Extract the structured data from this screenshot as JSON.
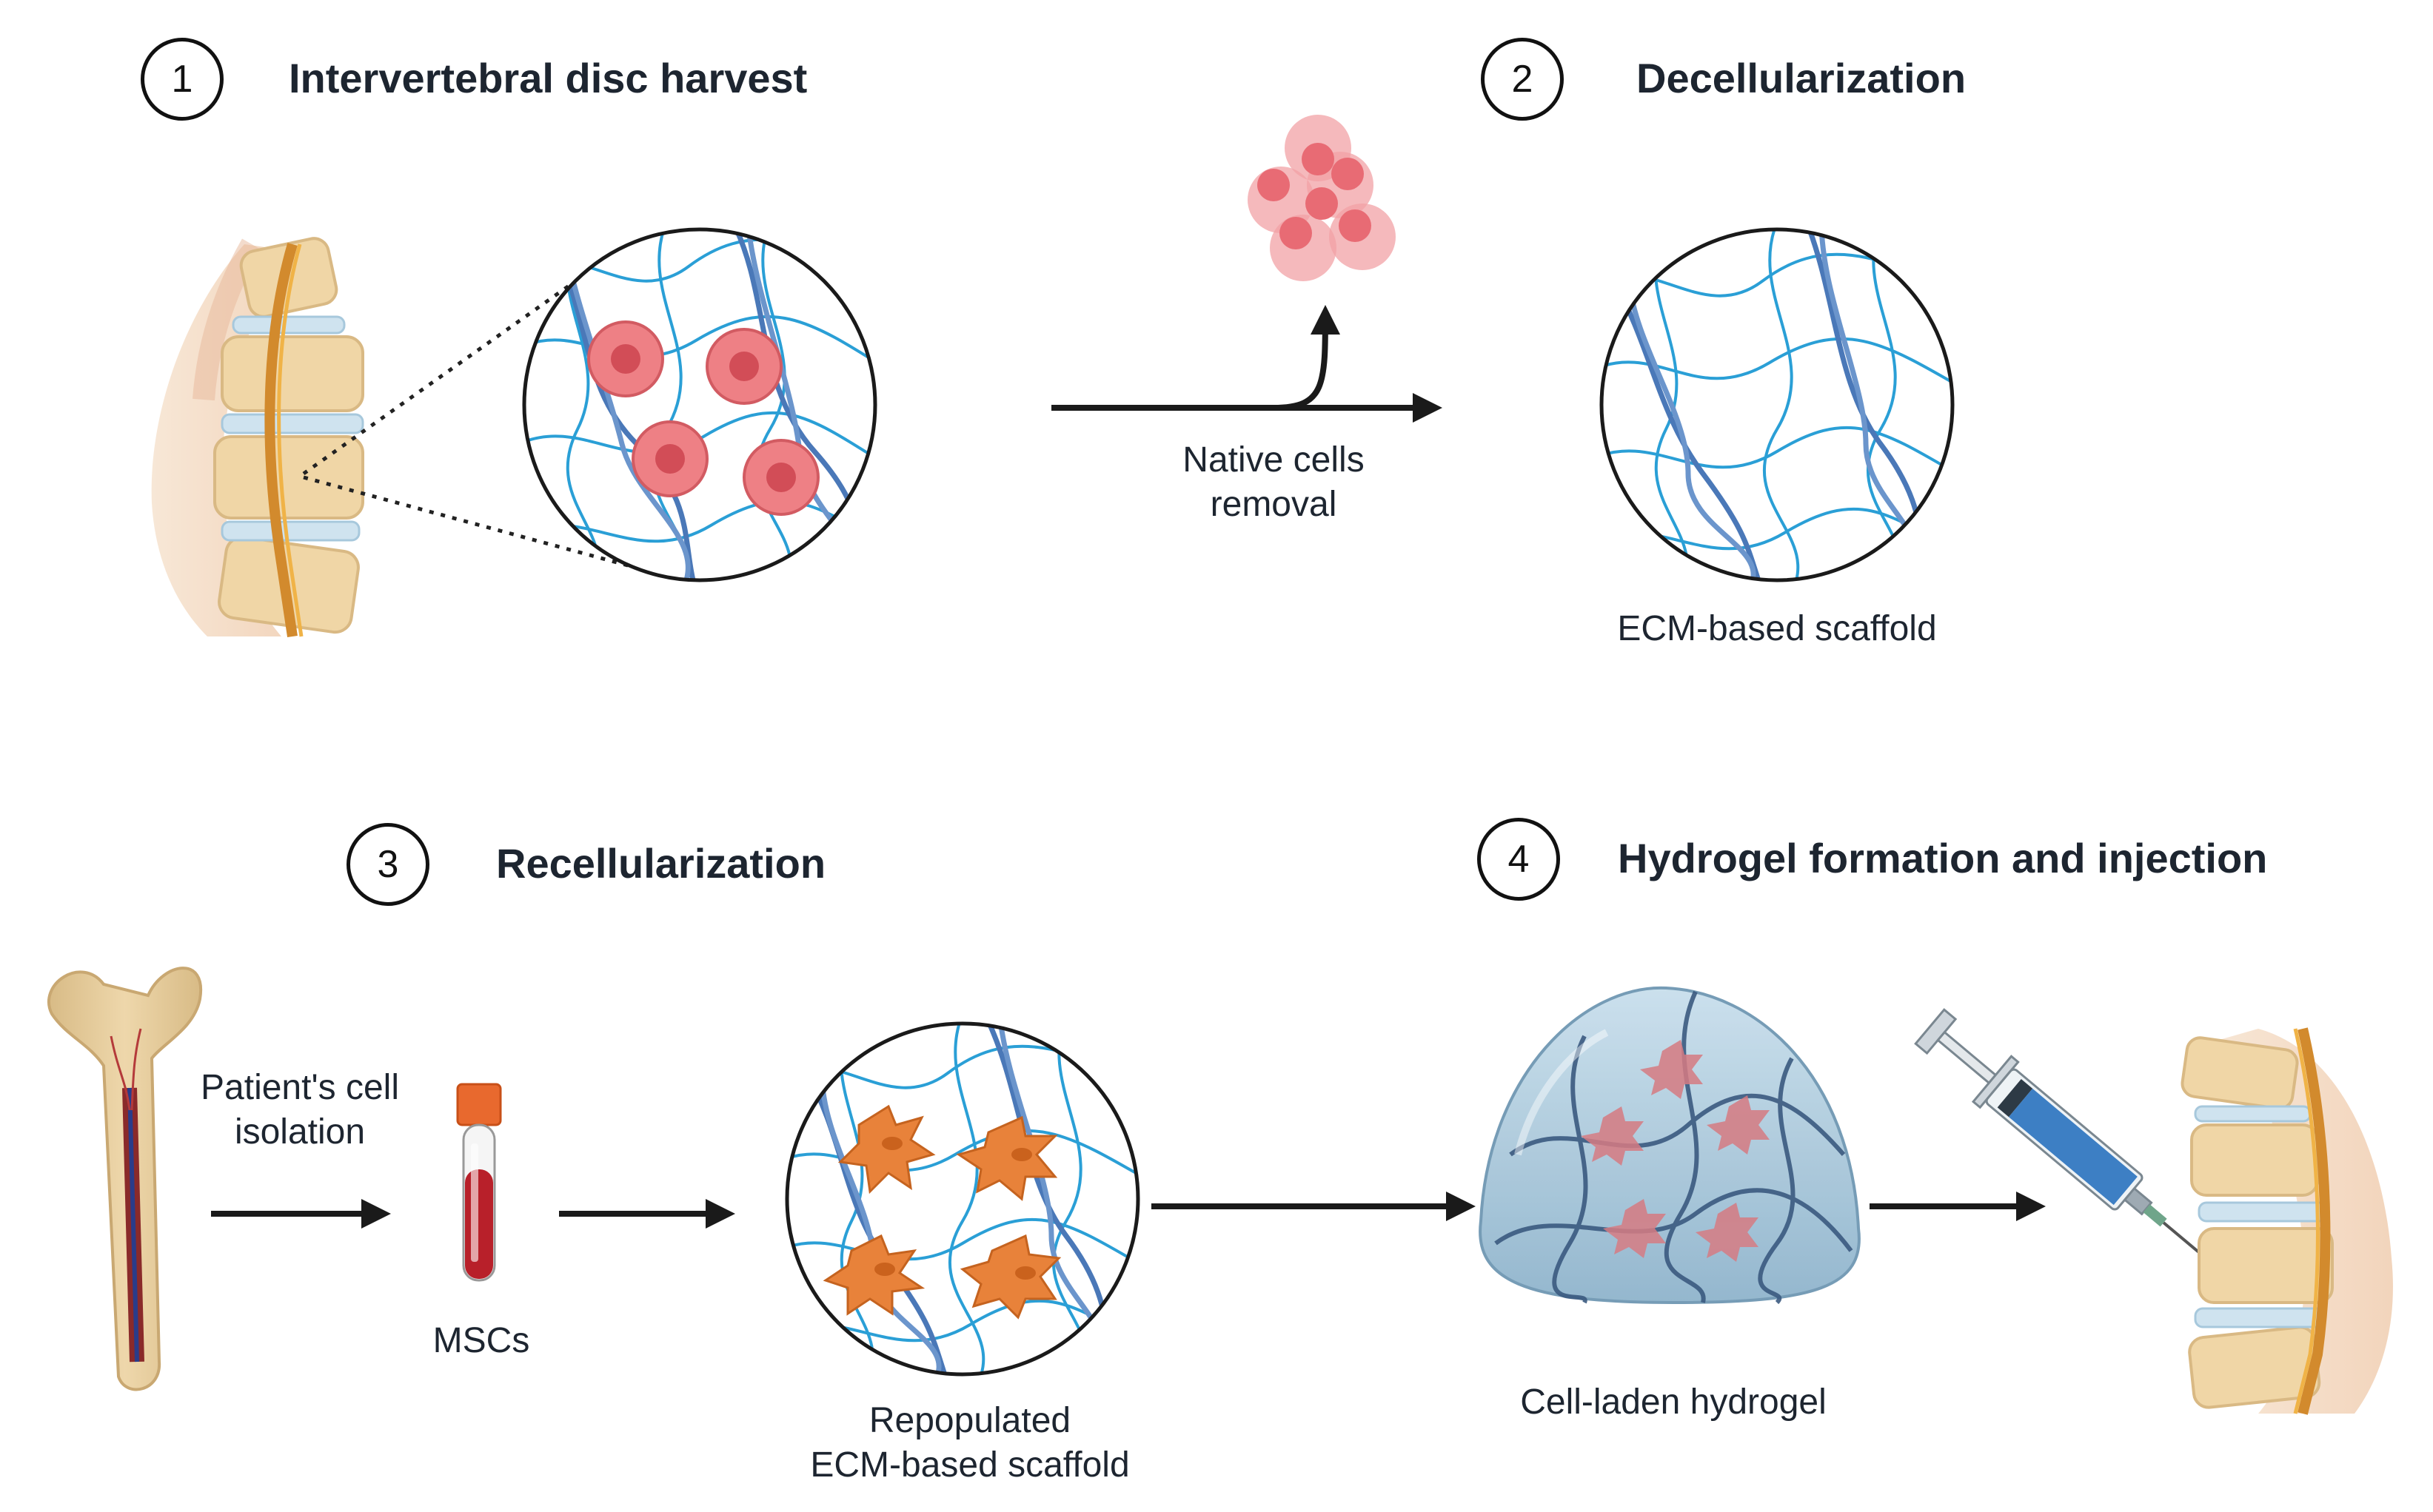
{
  "steps": [
    {
      "number": "1",
      "title": "Intervertebral disc harvest"
    },
    {
      "number": "2",
      "title": "Decellularization"
    },
    {
      "number": "3",
      "title": "Recellularization"
    },
    {
      "number": "4",
      "title": "Hydrogel formation and injection"
    }
  ],
  "labels": {
    "native_removal_line1": "Native cells",
    "native_removal_line2": "removal",
    "ecm_scaffold": "ECM-based scaffold",
    "patient_isolation_line1": "Patient's cell",
    "patient_isolation_line2": "isolation",
    "mscs": "MSCs",
    "repopulated_line1": "Repopulated",
    "repopulated_line2": "ECM-based scaffold",
    "hydrogel": "Cell-laden hydrogel"
  },
  "colors": {
    "fiber": "#2a9fd6",
    "collagen": "#4a78b8",
    "native_cell": "#e5666e",
    "msc": "#e8823a",
    "hydrogel": "#a9c9dc",
    "bone": "#e3c99b",
    "arrow": "#1a1a1a"
  }
}
